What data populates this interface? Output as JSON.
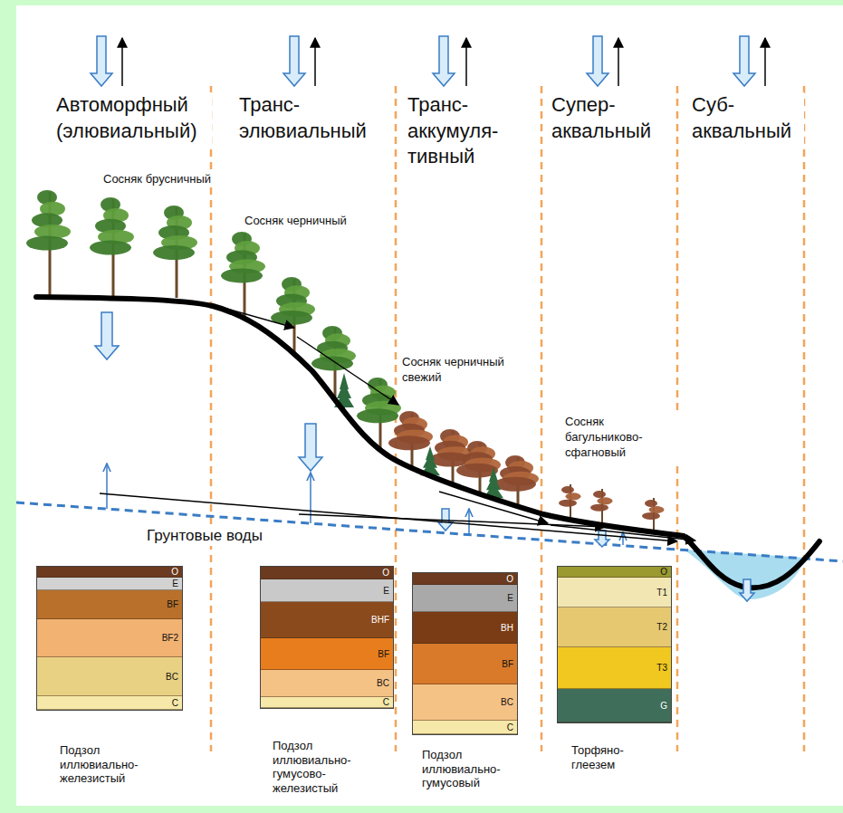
{
  "diagram": {
    "nodes": [
      {
        "text": [
          "Подзол иллювиально-железистый"
        ]
      },
      {
        "text": [
          "O"
        ],
        "in": 0
      },
      {
        "text": [
          "E"
        ],
        "in": 0
      },
      {
        "text": [
          "BF"
        ],
        "in": 0
      },
      {
        "text": [
          "BF2"
        ],
        "in": 0
      },
      {
        "text": [
          "BC"
        ],
        "in": 0
      },
      {
        "text": [
          "C"
        ],
        "in": 0
      },
      {
        "text": [
          "Подзол иллювиально-гумусово-железистый"
        ]
      },
      {
        "text": [
          "O"
        ],
        "in": 7
      },
      {
        "text": [
          "E"
        ],
        "in": 7
      },
      {
        "text": [
          "BHF"
        ],
        "in": 7
      },
      {
        "text": [
          "BF"
        ],
        "in": 7
      },
      {
        "text": [
          "BC"
        ],
        "in": 7
      },
      {
        "text": [
          "C"
        ],
        "in": 7
      },
      {
        "text": [
          "Подзол иллювиально-гумусовый"
        ]
      },
      {
        "text": [
          "O"
        ],
        "in": 14
      },
      {
        "text": [
          "E"
        ],
        "in": 14
      },
      {
        "text": [
          "BH"
        ],
        "in": 14
      },
      {
        "text": [
          "BF"
        ],
        "in": 14
      },
      {
        "text": [
          "BC"
        ],
        "in": 14
      },
      {
        "text": [
          "C"
        ],
        "in": 14
      },
      {
        "text": [
          "Торфяно-глеезем"
        ]
      },
      {
        "text": [
          "O"
        ],
        "in": 21
      },
      {
        "text": [
          "T1"
        ],
        "in": 21
      },
      {
        "text": [
          "T2"
        ],
        "in": 21
      },
      {
        "text": [
          "T3"
        ],
        "in": 21
      },
      {
        "text": [
          "G"
        ],
        "in": 21
      }
    ],
    "labels": [
      "Автоморфный (элювиальный)",
      "Транс- элювиальный",
      "Транс- аккумуля- тивный",
      "Супер- аквальный",
      "Суб- аквальный",
      "Сосняк брусничный",
      "Сосняк черничный",
      "Сосняк черничный свежий",
      "Сосняк багульниково-сфагновый",
      "Грунтовые воды"
    ]
  }
}
